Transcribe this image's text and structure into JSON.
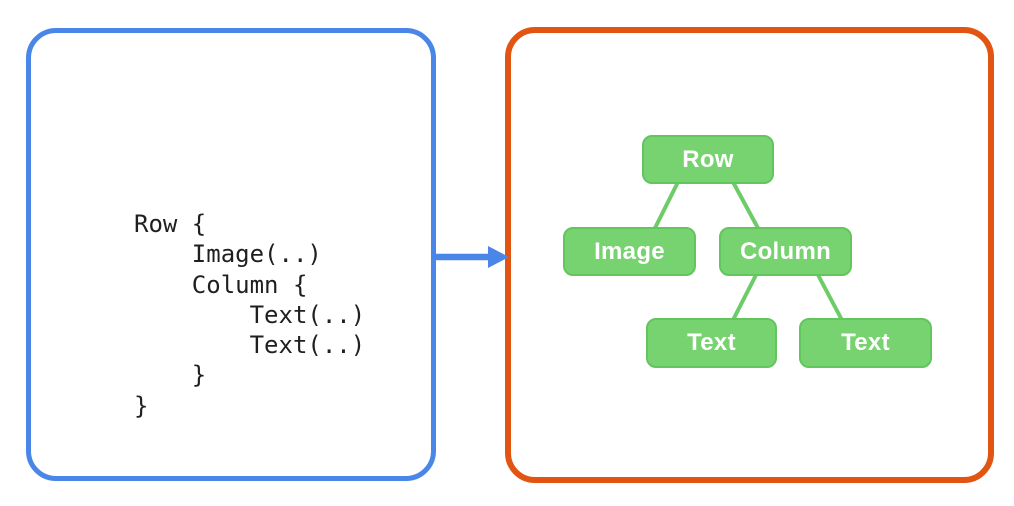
{
  "code_panel": {
    "lines": [
      "Row {",
      "    Image(..)",
      "    Column {",
      "        Text(..)",
      "        Text(..)",
      "    }",
      "}"
    ]
  },
  "tree_panel": {
    "nodes": [
      {
        "id": "row",
        "label": "Row",
        "parent": null
      },
      {
        "id": "image",
        "label": "Image",
        "parent": "row"
      },
      {
        "id": "column",
        "label": "Column",
        "parent": "row"
      },
      {
        "id": "text-1",
        "label": "Text",
        "parent": "column"
      },
      {
        "id": "text-2",
        "label": "Text",
        "parent": "column"
      }
    ]
  },
  "arrow": {
    "direction": "right"
  },
  "colors": {
    "background": "#ffffff",
    "code-panel-border": "#4a86e8",
    "tree-panel-border": "#e25411",
    "arrow": "#4a86e8",
    "node-fill": "#77d36f",
    "node-border": "#63c55e",
    "edge-line": "#6ecc68",
    "node-text": "#ffffff",
    "code-text": "#1f1f1f"
  }
}
